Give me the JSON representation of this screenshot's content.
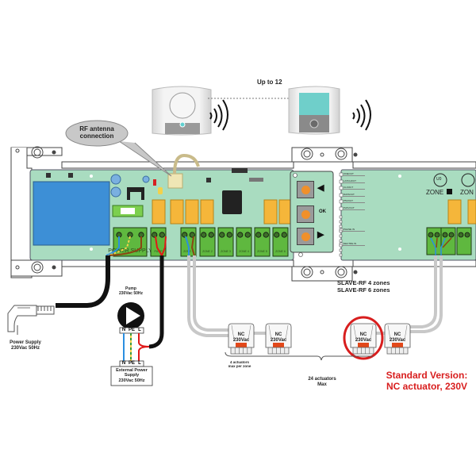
{
  "diagram": {
    "title": "RF wiring centre connection diagram",
    "thermostats": {
      "range_label": "Up to 12",
      "devices": [
        {
          "name": "analog-rf-thermostat",
          "display_color": "#f0f0f0"
        },
        {
          "name": "digital-rf-thermostat",
          "display_color": "#6fcfca"
        }
      ]
    },
    "callout": {
      "text_line1": "RF antenna",
      "text_line2": "connection"
    },
    "master_board": {
      "terminals": [
        "POWER SUPPLY",
        "PUMP",
        "ZONE 1",
        "ZONE 2",
        "ZONE 3",
        "ZONE 4",
        "ZONE 5",
        "ZONE 6"
      ],
      "buttons": [
        {
          "name": "left",
          "symbol": "◀"
        },
        {
          "name": "ok",
          "symbol": "OK"
        },
        {
          "name": "right",
          "symbol": "▶"
        }
      ]
    },
    "slave_board": {
      "pin_labels": [
        "ONEOUT",
        "LATCHOUT",
        "CLKOUT",
        "DATAOUT",
        "P5VOUT",
        "P24VOUT",
        "PHASE IN",
        "NEUTRE IN"
      ],
      "zone_label": "ZONE",
      "zone_label_2": "ZON",
      "zone_dial": "U0",
      "caption_line1": "SLAVE-RF 4 zones",
      "caption_line2": "SLAVE-RF 6 zones"
    },
    "power_plug": {
      "label_line1": "Power Supply",
      "label_line2": "230Vac 50Hz"
    },
    "pump": {
      "label_line1": "Pump",
      "label_line2": "230Vac 50Hz",
      "terminals": [
        "N",
        "PE",
        "L"
      ]
    },
    "external_supply": {
      "terminals": [
        "N",
        "PE",
        "L"
      ],
      "label_line1": "External Power",
      "label_line2": "Supply",
      "label_line3": "230Vac 50Hz"
    },
    "actuators": [
      {
        "type": "NC",
        "voltage": "230Vac"
      },
      {
        "type": "NC",
        "voltage": "230Vac"
      },
      {
        "type": "NC",
        "voltage": "230Vac",
        "highlighted": true
      },
      {
        "type": "NC",
        "voltage": "230Vac"
      }
    ],
    "actuator_note_line1": "4 actuators",
    "actuator_note_line2": "max per zone",
    "total_note_line1": "24 actuators",
    "total_note_line2": "Max",
    "standard_version_line1": "Standard Version:",
    "standard_version_line2": "NC actuator, 230V",
    "colors": {
      "board": "#a9dcc0",
      "terminal": "#5fb83f",
      "relay": "#f5b63a",
      "transformer": "#3d8fd6",
      "button": "#f0902a",
      "highlight": "#d81e1e",
      "wire_blue": "#2b8fe0",
      "wire_brown": "#8b4513",
      "wire_red": "#e01818",
      "cable_black": "#111111",
      "cable_grey": "#c8c8c8"
    }
  }
}
